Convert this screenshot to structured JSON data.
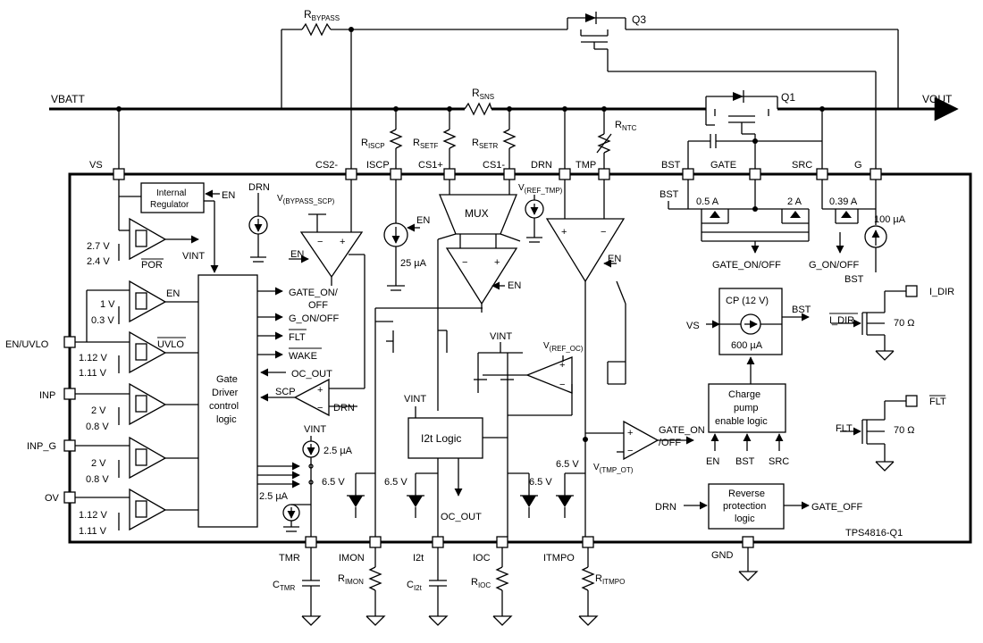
{
  "title": "TPS4816-Q1",
  "rails": {
    "vbatt": "VBATT",
    "vout": "VOUT"
  },
  "external": {
    "r_bypass": "R",
    "r_bypass_sub": "BYPASS",
    "r_sns": "R",
    "r_sns_sub": "SNS",
    "r_iscp": "R",
    "r_iscp_sub": "ISCP",
    "r_setf": "R",
    "r_setf_sub": "SETF",
    "r_setr": "R",
    "r_setr_sub": "SETR",
    "r_ntc": "R",
    "r_ntc_sub": "NTC",
    "q1": "Q1",
    "q3": "Q3",
    "c_tmr": "C",
    "c_tmr_sub": "TMR",
    "r_imon": "R",
    "r_imon_sub": "IMON",
    "c_i2t": "C",
    "c_i2t_sub": "I2t",
    "r_ioc": "R",
    "r_ioc_sub": "IOC",
    "r_itmpo": "R",
    "r_itmpo_sub": "ITMPO"
  },
  "pins": {
    "vs": "VS",
    "cs2m": "CS2-",
    "iscp": "ISCP",
    "cs1p": "CS1+",
    "cs1m": "CS1-",
    "drn": "DRN",
    "tmp": "TMP",
    "bst": "BST",
    "gate": "GATE",
    "src": "SRC",
    "g": "G",
    "en_uvlo": "EN/UVLO",
    "inp": "INP",
    "inp_g": "INP_G",
    "ov": "OV",
    "tmr": "TMR",
    "imon": "IMON",
    "i2t": "I2t",
    "ioc": "IOC",
    "itmpo": "ITMPO",
    "gnd": "GND",
    "i_dir": "I_DIR",
    "flt": "FLT"
  },
  "blocks": {
    "internal_regulator": [
      "Internal",
      "Regulator"
    ],
    "gate_driver": [
      "Gate",
      "Driver",
      "control",
      "logic"
    ],
    "mux": "MUX",
    "i2t_logic": "I2t Logic",
    "cp": "CP (12 V)",
    "cp_current": "600 µA",
    "charge_pump": [
      "Charge",
      "pump",
      "enable logic"
    ],
    "reverse_protection": [
      "Reverse",
      "protection",
      "logic"
    ]
  },
  "labels": {
    "en": "EN",
    "vint": "VINT",
    "drn": "DRN",
    "por": "POR",
    "uvlo": "UVLO",
    "v27": "2.7 V",
    "v24": "2.4 V",
    "v1": "1 V",
    "v03": "0.3 V",
    "v112a": "1.12 V",
    "v111a": "1.11 V",
    "v2a": "2 V",
    "v08a": "0.8 V",
    "v2b": "2 V",
    "v08b": "0.8 V",
    "v112b": "1.12 V",
    "v111b": "1.11 V",
    "gate_on_off_1": "GATE_ON/",
    "gate_on_off_2": "OFF",
    "g_on_off": "G_ON/OFF",
    "flt": "FLT",
    "wake": "WAKE",
    "oc_out": "OC_OUT",
    "scp": "SCP",
    "v_bypass_scp": "V",
    "v_bypass_scp_sub": "(BYPASS_SCP)",
    "i25ua": "25 µA",
    "v_ref_tmp": "V",
    "v_ref_tmp_sub": "(REF_TMP)",
    "v_ref_oc": "V",
    "v_ref_oc_sub": "(REF_OC)",
    "v_tmp_ot": "V",
    "v_tmp_ot_sub": "(TMP_OT)",
    "gate_on_off_out_1": "GATE_ON",
    "gate_on_off_out_2": "/OFF",
    "z65": "6.5 V",
    "i_05a": "0.5 A",
    "i_2a": "2 A",
    "i_039a": "0.39 A",
    "i_100ua": "100 µA",
    "gate_on_off_pd": "GATE_ON/OFF",
    "g_on_off_pd": "G_ON/OFF",
    "bst": "BST",
    "vs": "VS",
    "src": "SRC",
    "i_dir": "I_DIR",
    "r70": "70 Ω",
    "flt_in": "FLT",
    "gate_off": "GATE_OFF",
    "i_25ua": "2.5 µA",
    "plus": "+",
    "minus": "−"
  }
}
